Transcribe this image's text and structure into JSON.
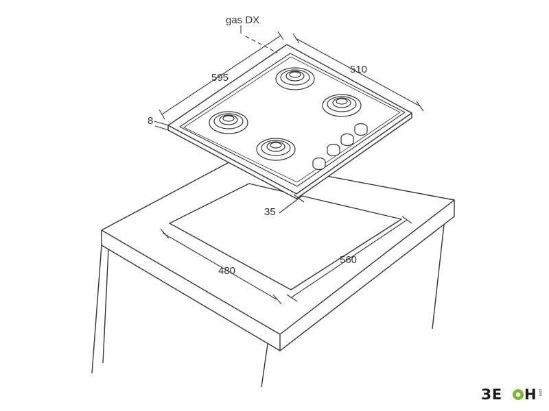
{
  "labels": {
    "gas_connection": "gas DX",
    "width_hob": "595",
    "depth_hob": "510",
    "thickness": "8",
    "front_offset": "35",
    "cutout_depth": "480",
    "cutout_width": "560"
  },
  "logo": {
    "text_main": "ЗЕ",
    "text_end": "Н",
    "text_suffix": ".com"
  },
  "colors": {
    "line": "#333333",
    "logo_green": "#7ab833",
    "logo_dark": "#1a1a1a"
  }
}
